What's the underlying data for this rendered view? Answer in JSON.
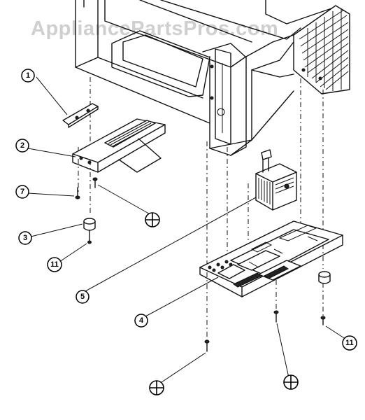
{
  "watermark": "AppliancePartsPros.com",
  "callouts": [
    {
      "id": "c1",
      "label": "1"
    },
    {
      "id": "c2",
      "label": "2"
    },
    {
      "id": "c7",
      "label": "7"
    },
    {
      "id": "c3",
      "label": "3"
    },
    {
      "id": "c5",
      "label": "5"
    },
    {
      "id": "c4",
      "label": "4"
    },
    {
      "id": "c11a",
      "label": "11"
    },
    {
      "id": "c11b",
      "label": "11"
    }
  ]
}
